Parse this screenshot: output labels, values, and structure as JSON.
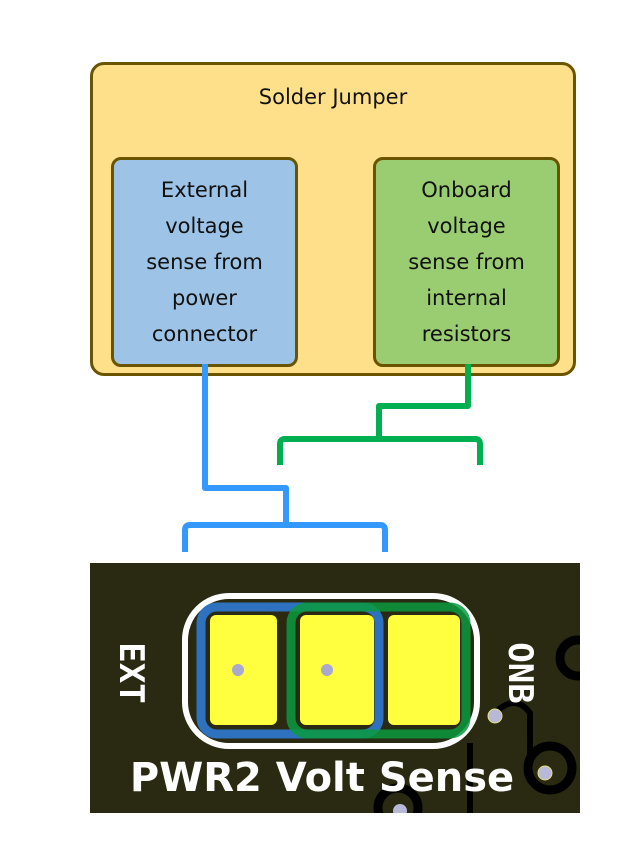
{
  "title": "Solder Jumper",
  "options": [
    {
      "id": "ext",
      "lines": [
        "External",
        "voltage",
        "sense from",
        "power",
        "connector"
      ],
      "color": "#9DC3E6",
      "wire_color": "#3399FF"
    },
    {
      "id": "onb",
      "lines": [
        "Onboard",
        "voltage",
        "sense from",
        "internal",
        "resistors"
      ],
      "color": "#9ACD72",
      "wire_color": "#00B050"
    }
  ],
  "pcb": {
    "left_label": "EXT",
    "right_label": "ONB",
    "silkscreen_label": "PWR2 Volt Sense",
    "pad_color": "#FFFF40",
    "board_color": "#2A2A12",
    "ext_highlight_color": "#2E75C8",
    "onb_highlight_color": "#0A9A40"
  }
}
